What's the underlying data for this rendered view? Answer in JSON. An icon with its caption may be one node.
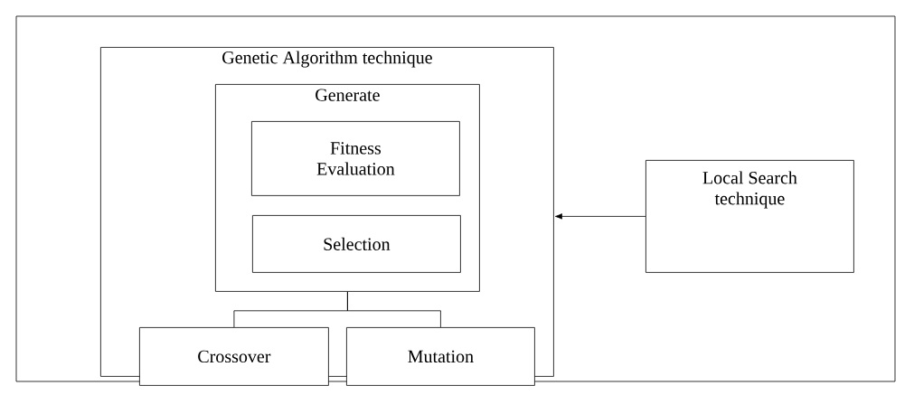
{
  "diagram": {
    "nodes": [
      {
        "text": [
          "Genetic Algorithm technique"
        ]
      },
      {
        "text": [
          "Generate"
        ],
        "in": 0
      },
      {
        "text": [
          "Fitness Evaluation"
        ],
        "in": 1
      },
      {
        "text": [
          "Selection"
        ],
        "in": 1
      },
      {
        "text": [
          "Crossover"
        ]
      },
      {
        "text": [
          "Mutation"
        ]
      },
      {
        "text": [
          "Local Search technique"
        ]
      }
    ],
    "edges": [
      {
        "from": 1,
        "to": 4,
        "arrow": "none"
      },
      {
        "from": 1,
        "to": 5,
        "arrow": "none"
      },
      {
        "from": 6,
        "to": 0,
        "arrow": "to"
      }
    ]
  }
}
